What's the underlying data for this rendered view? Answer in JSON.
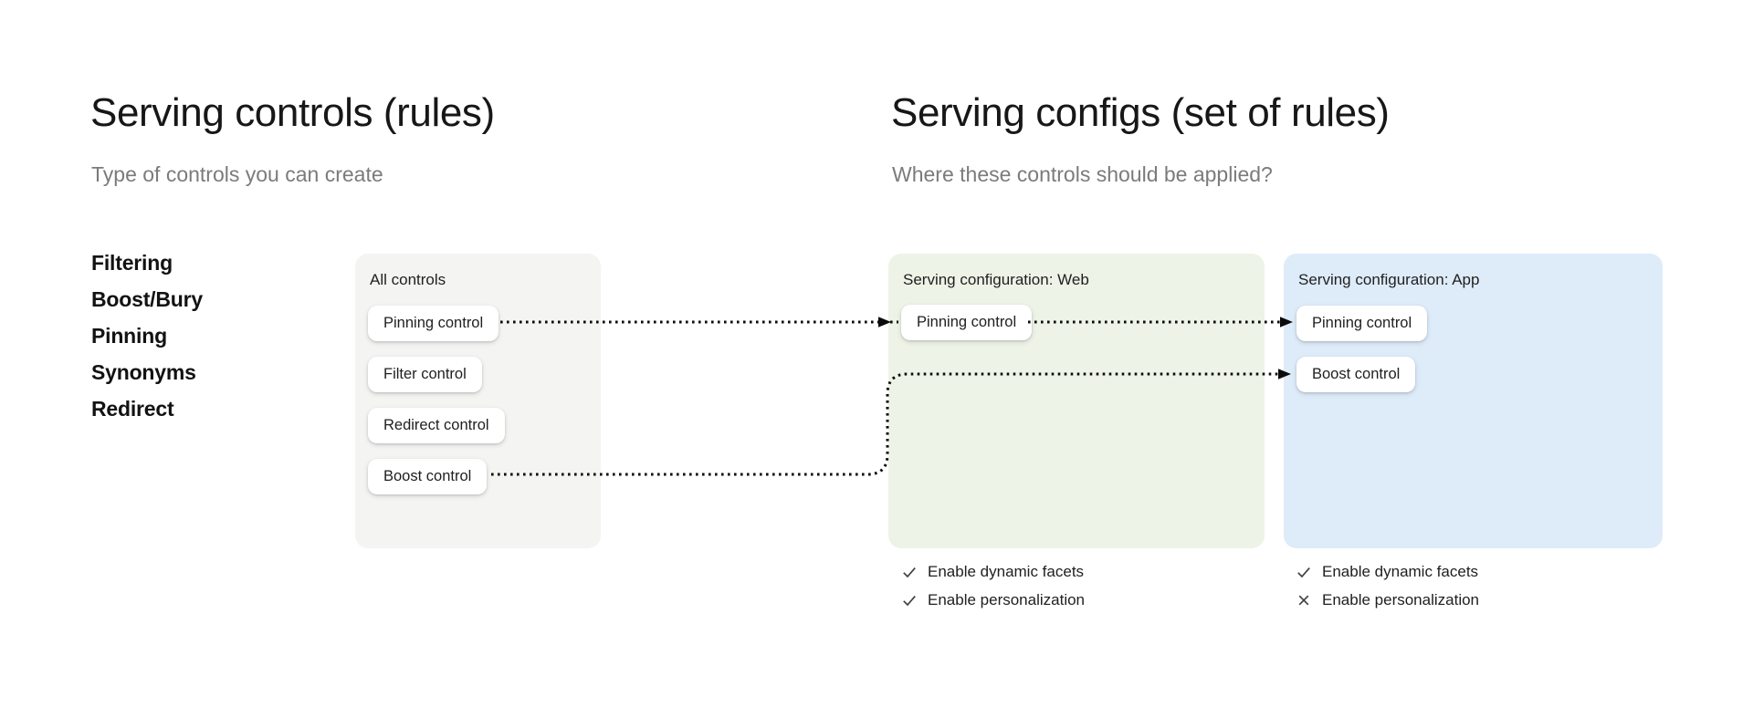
{
  "left_section": {
    "title": "Serving controls (rules)",
    "subtitle": "Type of controls you can create",
    "control_types": [
      "Filtering",
      "Boost/Bury",
      "Pinning",
      "Synonyms",
      "Redirect"
    ]
  },
  "right_section": {
    "title": "Serving configs (set of rules)",
    "subtitle": "Where these controls should be applied?"
  },
  "all_controls_box": {
    "label": "All controls",
    "controls": [
      "Pinning control",
      "Filter control",
      "Redirect control",
      "Boost control"
    ]
  },
  "web_config_box": {
    "label": "Serving configuration: Web",
    "controls": [
      "Pinning control"
    ],
    "settings": [
      {
        "icon": "check-icon",
        "label": "Enable dynamic facets"
      },
      {
        "icon": "check-icon",
        "label": "Enable personalization"
      }
    ]
  },
  "app_config_box": {
    "label": "Serving configuration: App",
    "controls": [
      "Pinning control",
      "Boost control"
    ],
    "settings": [
      {
        "icon": "check-icon",
        "label": "Enable dynamic facets"
      },
      {
        "icon": "cross-icon",
        "label": "Enable personalization"
      }
    ]
  },
  "colors": {
    "all_controls_box_bg": "#f4f4f3",
    "web_config_box_bg": "#edf3e6",
    "app_config_box_bg": "#deebf9",
    "chip_bg": "#ffffff",
    "arrow": "#0b0b0b",
    "title_text": "#171717",
    "subtitle_text": "#7b7b7b",
    "icon_gray": "#3f3f3f"
  }
}
